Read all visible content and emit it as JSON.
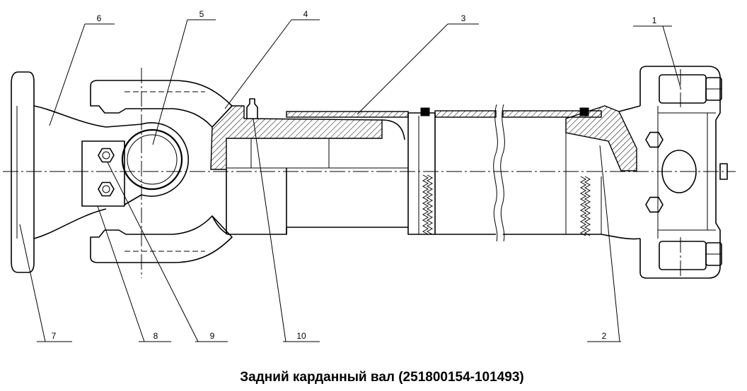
{
  "diagram": {
    "callouts": [
      "1",
      "2",
      "3",
      "4",
      "5",
      "6",
      "7",
      "8",
      "9",
      "10"
    ],
    "caption": "Задний карданный вал (251800154-101493)"
  },
  "colors": {
    "line": "#000000",
    "background": "#ffffff"
  }
}
